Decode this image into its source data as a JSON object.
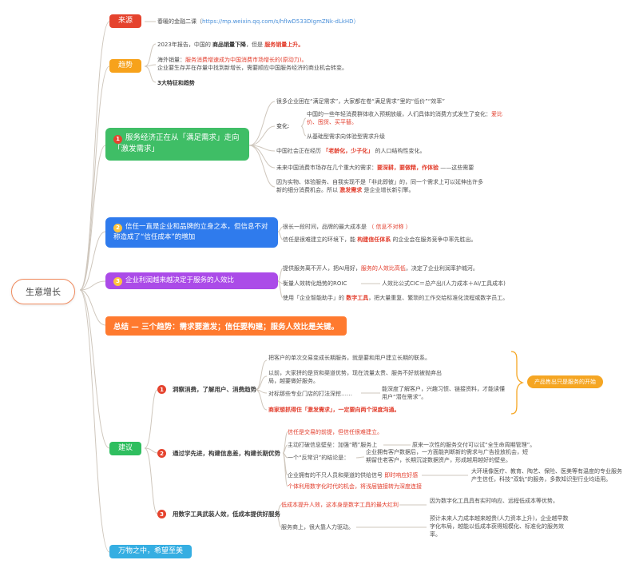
{
  "root": {
    "label": "生意增长"
  },
  "source": {
    "label": "来源",
    "prefix": "春暖的金融二课（",
    "url": "https://mp.weixin.qq.com/s/hfIwD533DIgmZNk-dLkHD）"
  },
  "trend": {
    "label": "趋势",
    "t1a": "2023年报告，中国的 ",
    "t1b": "商品销量下降",
    "t1c": "，但是 ",
    "t1d": "服务销量上升。",
    "t2a": "海外销量：",
    "t2b": "服务消费增速成为中国消费市场增长的(原动力)。",
    "t2c": "企业要生存并在存量中找到新增长，需要顺应中国服务经济的商业机会转变。",
    "t3": "3大特征和趋势"
  },
  "insight1": {
    "num": "1",
    "title": "服务经济正在从「满足需求」走向「激发需求」",
    "c1": "很多企业困在“满足需求”，大家都在卷“满足需求”里的“低价”“效率”",
    "change_label": "变化:",
    "c2a_pre": "中国的一些年轻消费群体收入预期放缓，人们具体的消费方式发生了变化：",
    "c2a_red": "爱比价、囤货、买平替。",
    "c2b": "从基础型需求向体验型需求升级",
    "c3_pre": "中国社会正在经历 ",
    "c3_red": "「老龄化，少子化」",
    "c3_post": " 的人口结构性变化。",
    "c4_pre": "未来中国消费市场存在几个重大的需求：",
    "c4_red": "要深耕，要做精，作体验",
    "c4_post": " ——这些需要",
    "c5_pre": "因为实物、体验服务、自我实现不是「非此即彼」的，同一个需求上可以延伸出许多新的细分消费机会。所以 ",
    "c5_red": "激发需求",
    "c5_post": " 是企业增长新引擎。"
  },
  "insight2": {
    "num": "2",
    "title": "信任一直是企业和品牌的立身之本，但信息不对称造成了“信任成本”的增加",
    "c1_pre": "很长一段时间，品牌的最大成本是 ",
    "c1_red": "（ 信息不对称 ）",
    "c2_pre": "信任是很难建立的环境下，能 ",
    "c2_red": "构建信任体系",
    "c2_post": " 的企业会在服务竞争中率先胜出。"
  },
  "insight3": {
    "num": "3",
    "title": "企业利润越来越决定于服务的人效比",
    "c1_pre": "提供服务离不开人，把AI用好，",
    "c1_red": "服务的人效比高低",
    "c1_post": "，决定了企业利润率护城河。",
    "c2_left": "衡量人效转化趋势的ROIC",
    "c2_right": "人效比公式CIC＝总产出/(人力成本＋AI/工具成本)",
    "c3_pre": "使用「企业智能助手」的 ",
    "c3_red": "数字工具",
    "c3_post": "，把大量重复、繁琐的工作交给标准化流程或数字员工。"
  },
  "summary": {
    "label": "总结 — 三个趋势：需求要激发；信任要构建；服务人效比是关键。"
  },
  "advice": {
    "label": "建议",
    "s1": {
      "num": "1",
      "title": "洞察消费，了解用户、消费趋势",
      "c1": "把客户的单次交易变成长期服务，就是要和用户建立长期的联系。",
      "c2": "以前，大家拼的是货和渠道优势，现在流量太贵、服务不好就被抛弃出局，越要做好服务。",
      "c3_left": "对标那些专业门店的打法深挖……",
      "c3_right": "能深度了解客户，兴趣习惯、链接资料，才能读懂用户“潜在需求”。",
      "c4": "商家想抓得住「激发需求」，一定要向两个深度沟通。",
      "bracket": "产品售出只是服务的开始"
    },
    "s2": {
      "num": "2",
      "title": "通过学先进，构建信息差，构建长期优势",
      "c1": "信任是交易的前提，但信任很难建立。",
      "c2_left": "主动打破信息壁垒：加强“晒”服务上",
      "c2_right": "原来一次性的服务交付可以试“全生命周期管理”。",
      "c3_left": "一个“反常识”的结论是：",
      "c3_right": "企业拥有客户数据后，一方面能判断新的需求与广告投放机会，短期留住老客户，长期沉淀数据资产，形成越用越好的壁垒。",
      "c4_pre": "企业拥有的不只人员和渠道的供给信号 ",
      "c4_red": "即时响应好感",
      "c4_right": "大环境像医疗、教育、陶艺、保险、医美等有温度的专业服务产生信任，科技“双轨”的服务，多数知识型行业均适用。",
      "c5": "个体利用数字化时代的机会，将浅层链接转为深度连接"
    },
    "s3": {
      "num": "3",
      "title": "用数字工具武装人效，低成本提供好服务",
      "c1_left": "低成本提升人效，这本身是数字工具的最大红利",
      "c1_right": "因为数字化工具具有实时响应、远程低成本等优势。",
      "c2_left": "服务商上，很大靠人力驱动。",
      "c2_right": "预计未来人力成本越来越贵(人力资本上升)，企业越早数字化布局，越能以低成本获得规模化、标准化的服务效率。"
    }
  },
  "footer": {
    "label": "万物之中，希望至美"
  },
  "colors": {
    "source": "#E5432E",
    "trend": "#F7A21B",
    "demand": "#3FBE66",
    "trust": "#2F7BED",
    "efficiency": "#AB4BE8",
    "summary": "#FF7A2F",
    "advice": "#2FBE5F",
    "footer": "#35AEE2",
    "highlight": "#E23C2B",
    "link": "#4A90D9"
  }
}
